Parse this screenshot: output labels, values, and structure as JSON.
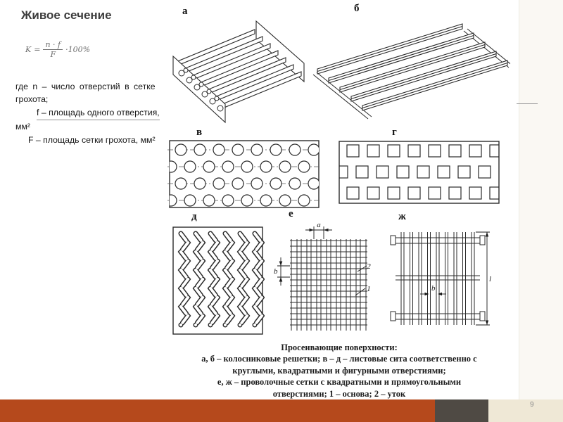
{
  "colors": {
    "accent_orange": "#b5491c",
    "footer_dark": "#4f4a44",
    "footer_beige": "#efe8d6"
  },
  "header": {
    "title": "Живое сечение"
  },
  "formula": {
    "lhs": "K",
    "eq": "=",
    "numerator": "n · f",
    "denominator": "F",
    "suffix": "·100%"
  },
  "definitions": {
    "lines": [
      "где  n – число отверстий в сетке",
      "грохота;",
      "f – площадь одного отверстия,",
      "мм²",
      "F – площадь сетки грохота, мм²"
    ]
  },
  "figure": {
    "labels": {
      "a": "а",
      "b": "б",
      "v": "в",
      "g": "г",
      "d": "д",
      "e": "е",
      "zh": "ж"
    },
    "dims": {
      "a": "a",
      "b": "b",
      "l": "l",
      "warp": "1",
      "weft": "2"
    },
    "caption": {
      "l1": "Просеивающие поверхности:",
      "l2": "а, б – колосниковые решетки; в – д – листовые сита соответственно с",
      "l3": "круглыми, квадратными и фигурными отверстиями;",
      "l4": "е, ж – проволочные сетки с квадратными и прямоугольными",
      "l5": "отверстиями; 1 – основа; 2 – уток"
    }
  },
  "footer": {
    "page_number": "9"
  }
}
